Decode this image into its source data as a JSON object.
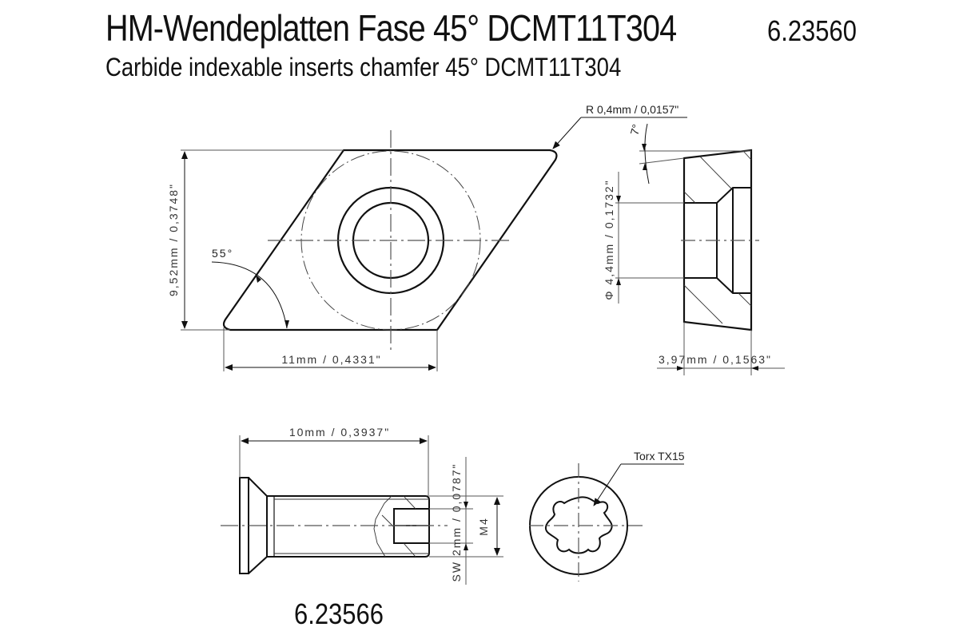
{
  "header": {
    "title": "HM-Wendeplatten Fase 45° DCMT11T304",
    "article_number": "6.23560",
    "subtitle": "Carbide indexable inserts chamfer 45° DCMT11T304"
  },
  "insert_top_view": {
    "height_dimension": "9,52mm / 0,3748\"",
    "width_dimension": "11mm / 0,4331\"",
    "angle_label": "55°"
  },
  "insert_side_view": {
    "corner_radius_note": "R 0,4mm / 0,0157\"",
    "clearance_angle": "7°",
    "hole_diameter": "Φ 4,4mm / 0,1732\"",
    "thickness_dimension": "3,97mm / 0,1563\""
  },
  "screw": {
    "length_dimension": "10mm / 0,3937\"",
    "key_size": "SW 2mm / 0,0787\"",
    "thread": "M4",
    "drive_note": "Torx TX15",
    "article_number": "6.23566"
  }
}
